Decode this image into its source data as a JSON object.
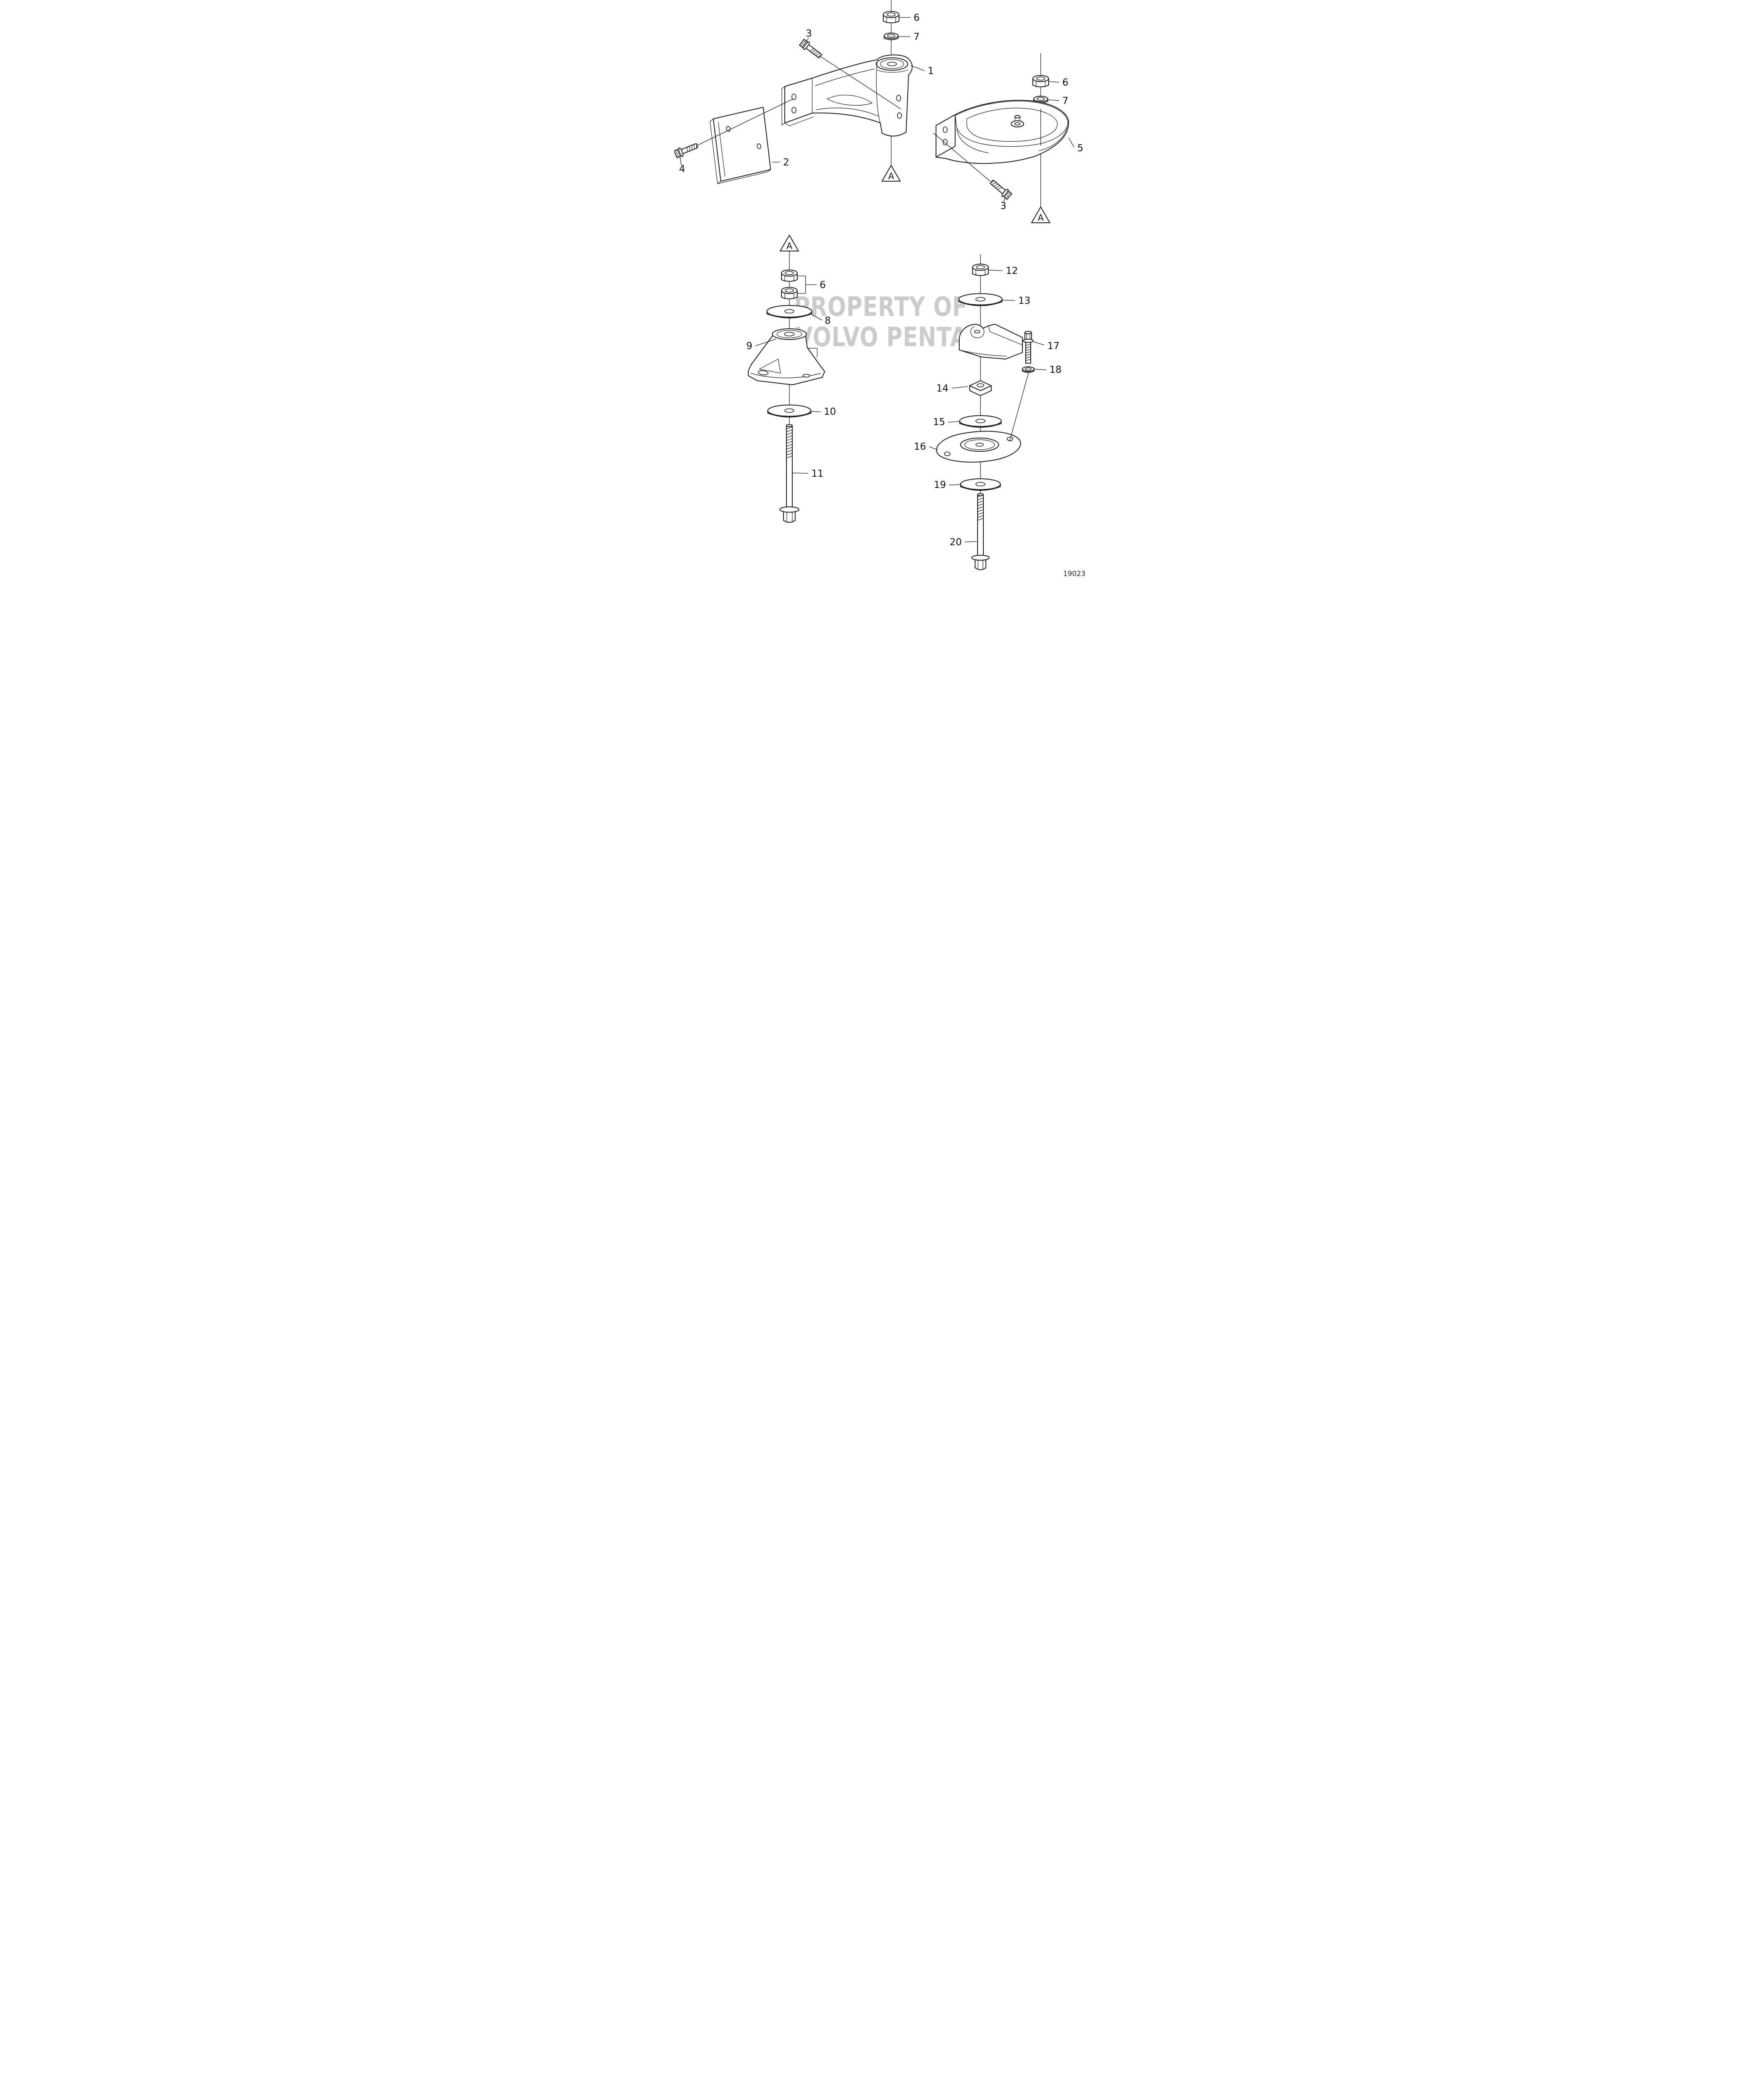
{
  "diagram": {
    "figure_number": "19023",
    "view_marker_label": "A",
    "watermark": {
      "line1": "PROPERTY OF",
      "line2": "VOLVO PENTA"
    },
    "colors": {
      "line": "#1c1c1c",
      "background": "#ffffff",
      "watermark": "#c2c2c2"
    },
    "callouts": {
      "c1": "1",
      "c2": "2",
      "c3": "3",
      "c4": "4",
      "c5": "5",
      "c6": "6",
      "c7": "7",
      "c8": "8",
      "c9": "9",
      "c10": "10",
      "c11": "11",
      "c12": "12",
      "c13": "13",
      "c14": "14",
      "c15": "15",
      "c16": "16",
      "c17": "17",
      "c18": "18",
      "c19": "19",
      "c20": "20"
    }
  }
}
